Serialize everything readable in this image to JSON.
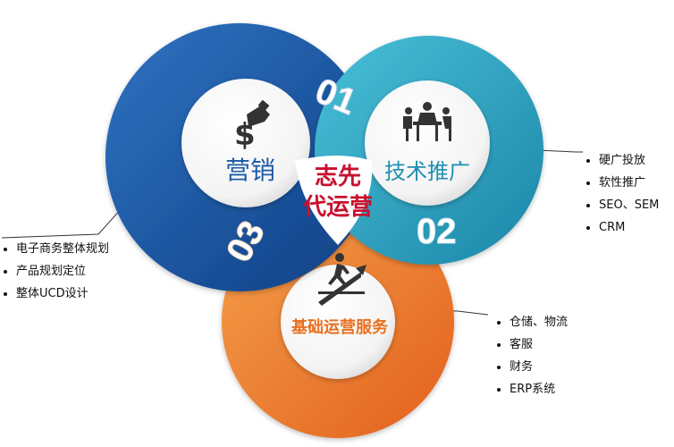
{
  "center": {
    "line1": "志先",
    "line2": "代运营"
  },
  "circles": {
    "c1": {
      "number": "01",
      "title": "营销",
      "color": "#1b5aa6"
    },
    "c2": {
      "number": "02",
      "title": "技术推广",
      "color": "#2ba3c2"
    },
    "c3": {
      "number": "03",
      "title": "基础运营服务",
      "color": "#f07c2b"
    }
  },
  "lists": {
    "left": [
      "电子商务整体规划",
      "产品规划定位",
      "整体UCD设计"
    ],
    "right": [
      "硬广投放",
      "软性推广",
      "SEO、SEM",
      "CRM"
    ],
    "bottom": [
      "仓储、物流",
      "客服",
      "财务",
      "ERP系统"
    ]
  },
  "colors": {
    "center_text": "#c8102e",
    "icon": "#333333"
  },
  "icons": {
    "c1": "money-hand-icon",
    "c2": "meeting-icon",
    "c3": "stairs-climber-icon"
  }
}
